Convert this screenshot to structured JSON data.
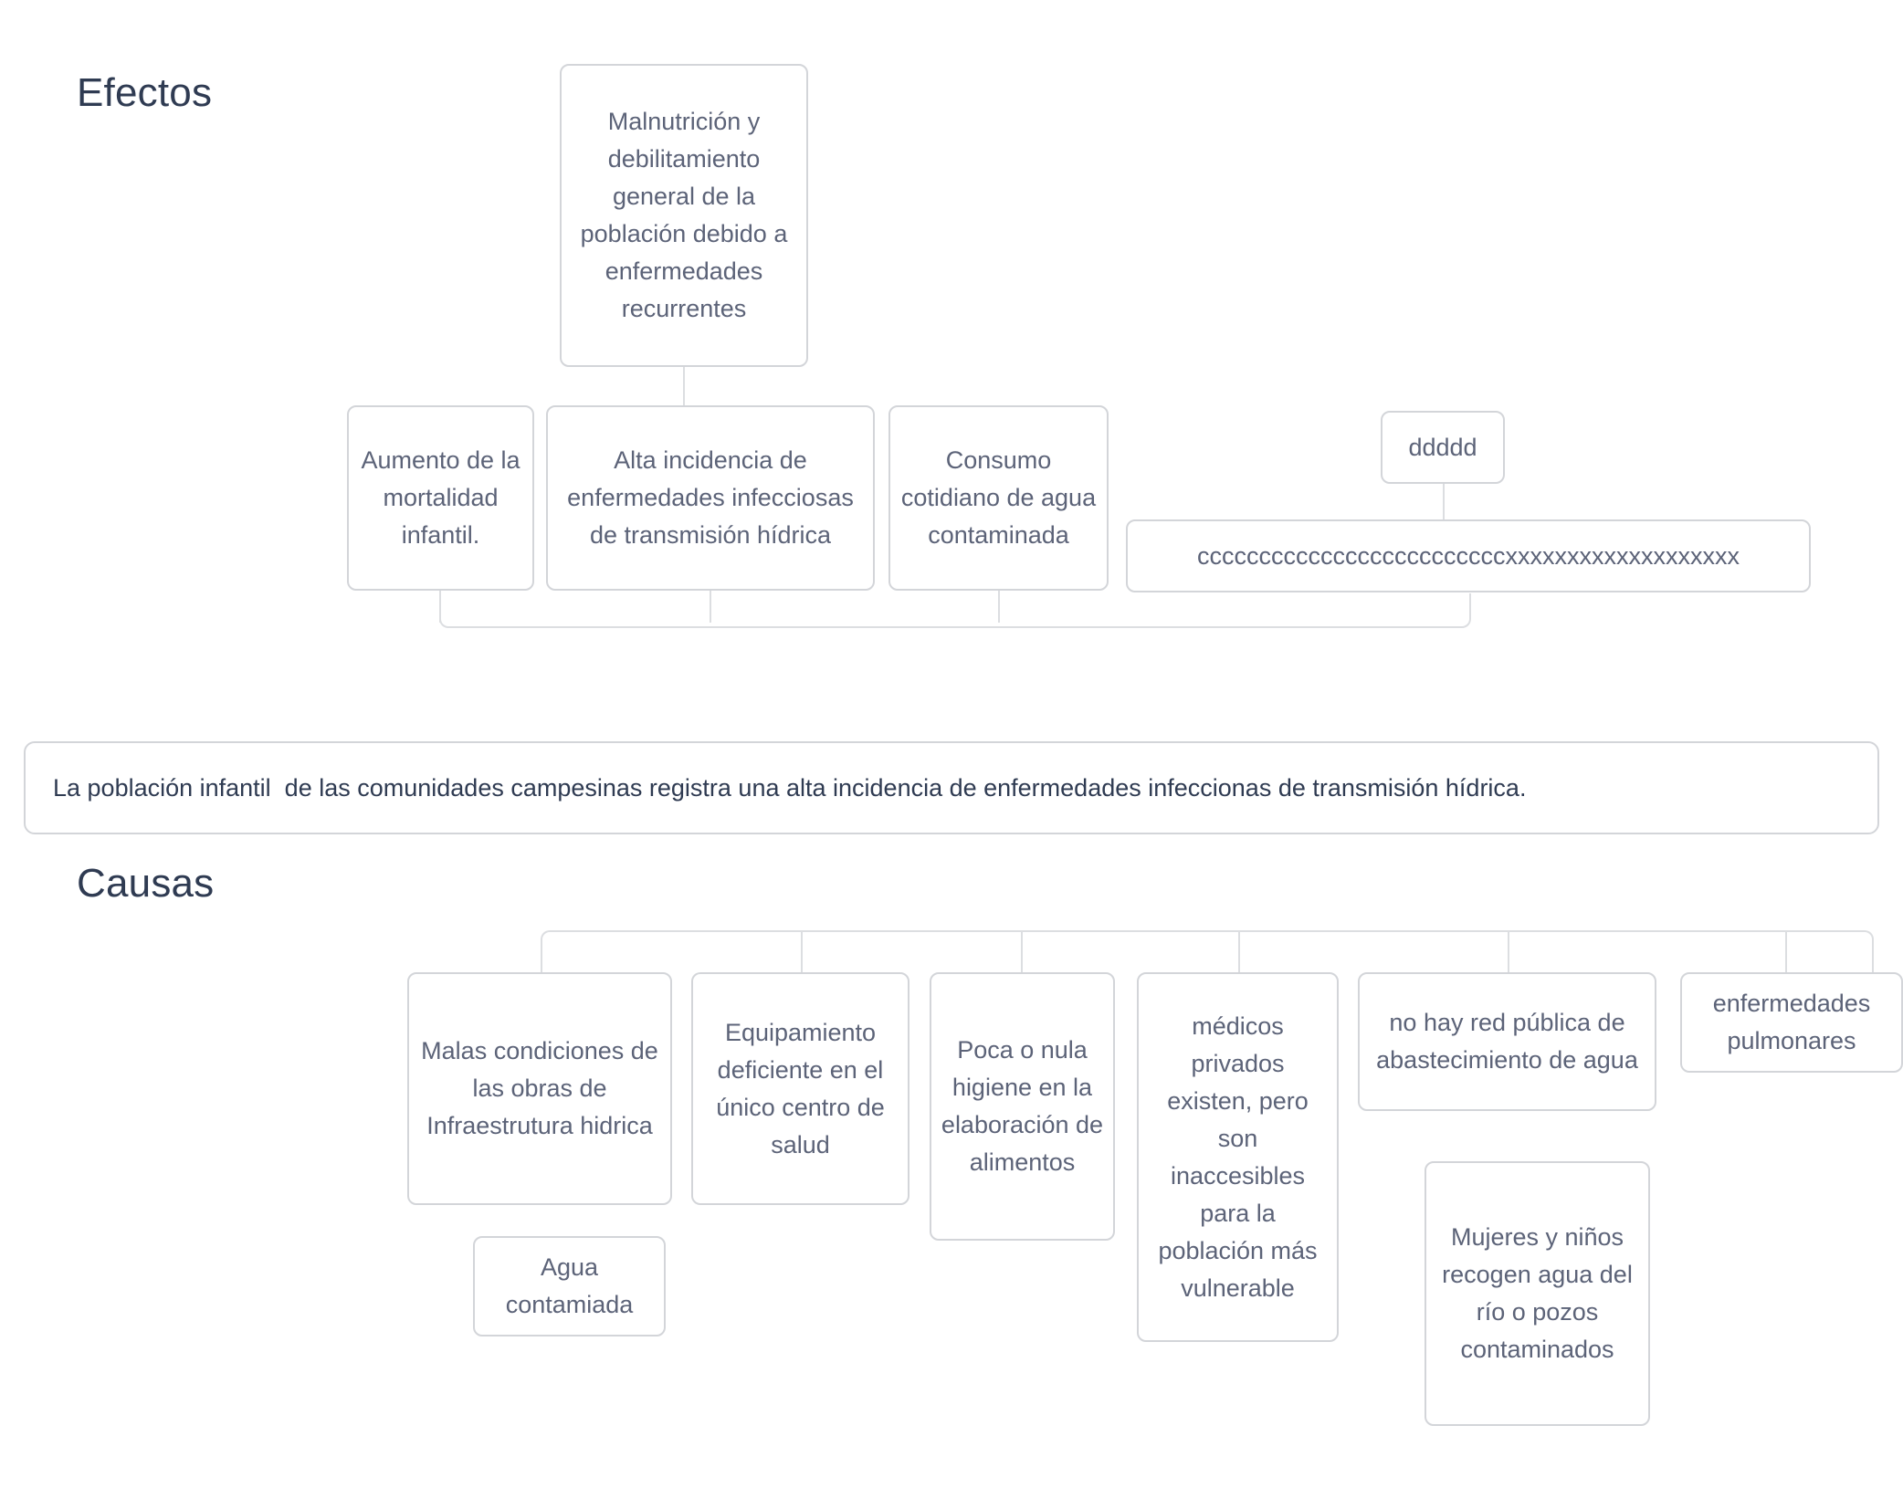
{
  "sections": {
    "efectos_label": "Efectos",
    "causas_label": "Causas"
  },
  "statement": {
    "text": "La población infantil  de las comunidades campesinas registra una alta incidencia de enfermedades infeccionas de transmisión hídrica."
  },
  "effects": {
    "top": {
      "label": "Malnutrición y debilitamiento general de la población debido a enfermedades recurrentes"
    },
    "row": [
      {
        "label": "Aumento de la mortalidad infantil."
      },
      {
        "label": "Alta incidencia de enfermedades infecciosas de transmisión hídrica"
      },
      {
        "label": "Consumo cotidiano de agua contaminada"
      },
      {
        "label": "ddddd"
      },
      {
        "label": "cccccccccccccccccccccccccxxxxxxxxxxxxxxxxxxx"
      }
    ]
  },
  "causes": {
    "row": [
      {
        "label": "Malas condiciones de las obras de Infraestrutura hidrica"
      },
      {
        "label": "Equipamiento deficiente en el único centro de salud"
      },
      {
        "label": "Poca o nula higiene en la elaboración de alimentos"
      },
      {
        "label": "médicos privados existen, pero son inaccesibles para la población más vulnerable"
      },
      {
        "label": "no hay red pública de abastecimiento de agua"
      },
      {
        "label": "enfermedades pulmonares"
      }
    ],
    "sub": [
      {
        "label": "Agua contamiada"
      },
      {
        "label": "Mujeres y niños recogen agua del río o pozos contaminados"
      }
    ]
  },
  "colors": {
    "border": "#d3d5d9",
    "connector": "#dcdee1",
    "text": "#5c6378",
    "heading": "#2f3b52",
    "background": "#ffffff"
  }
}
